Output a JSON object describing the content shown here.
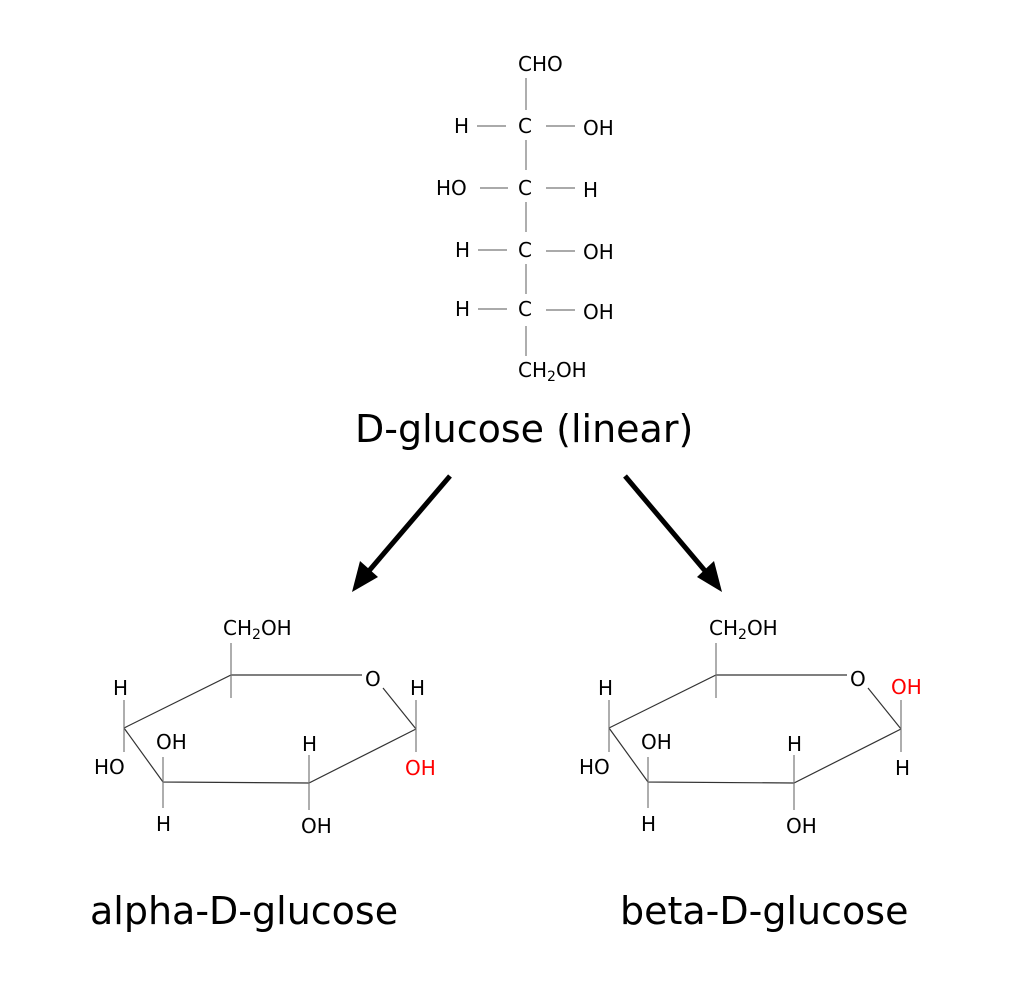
{
  "linear": {
    "title": "D-glucose (linear)",
    "top": "CHO",
    "bottom_main": "CH",
    "bottom_sub": "2",
    "bottom_tail": "OH",
    "rows": [
      {
        "left": "H",
        "center": "C",
        "right": "OH"
      },
      {
        "left": "HO",
        "center": "C",
        "right": "H"
      },
      {
        "left": "H",
        "center": "C",
        "right": "OH"
      },
      {
        "left": "H",
        "center": "C",
        "right": "OH"
      }
    ]
  },
  "alpha": {
    "title": "alpha-D-glucose",
    "ch2oh_main": "CH",
    "ch2oh_sub": "2",
    "ch2oh_tail": "OH",
    "ring_o": "O",
    "c1_up": "H",
    "c1_down": "OH",
    "c2_up": "H",
    "c2_down": "OH",
    "c3_up": "OH",
    "c3_down": "H",
    "c4_up": "H",
    "c4_down": "HO",
    "highlight_color": "#ff0000"
  },
  "beta": {
    "title": "beta-D-glucose",
    "ch2oh_main": "CH",
    "ch2oh_sub": "2",
    "ch2oh_tail": "OH",
    "ring_o": "O",
    "c1_up": "OH",
    "c1_down": "H",
    "c2_up": "H",
    "c2_down": "OH",
    "c3_up": "OH",
    "c3_down": "H",
    "c4_up": "H",
    "c4_down": "HO",
    "highlight_color": "#ff0000"
  }
}
